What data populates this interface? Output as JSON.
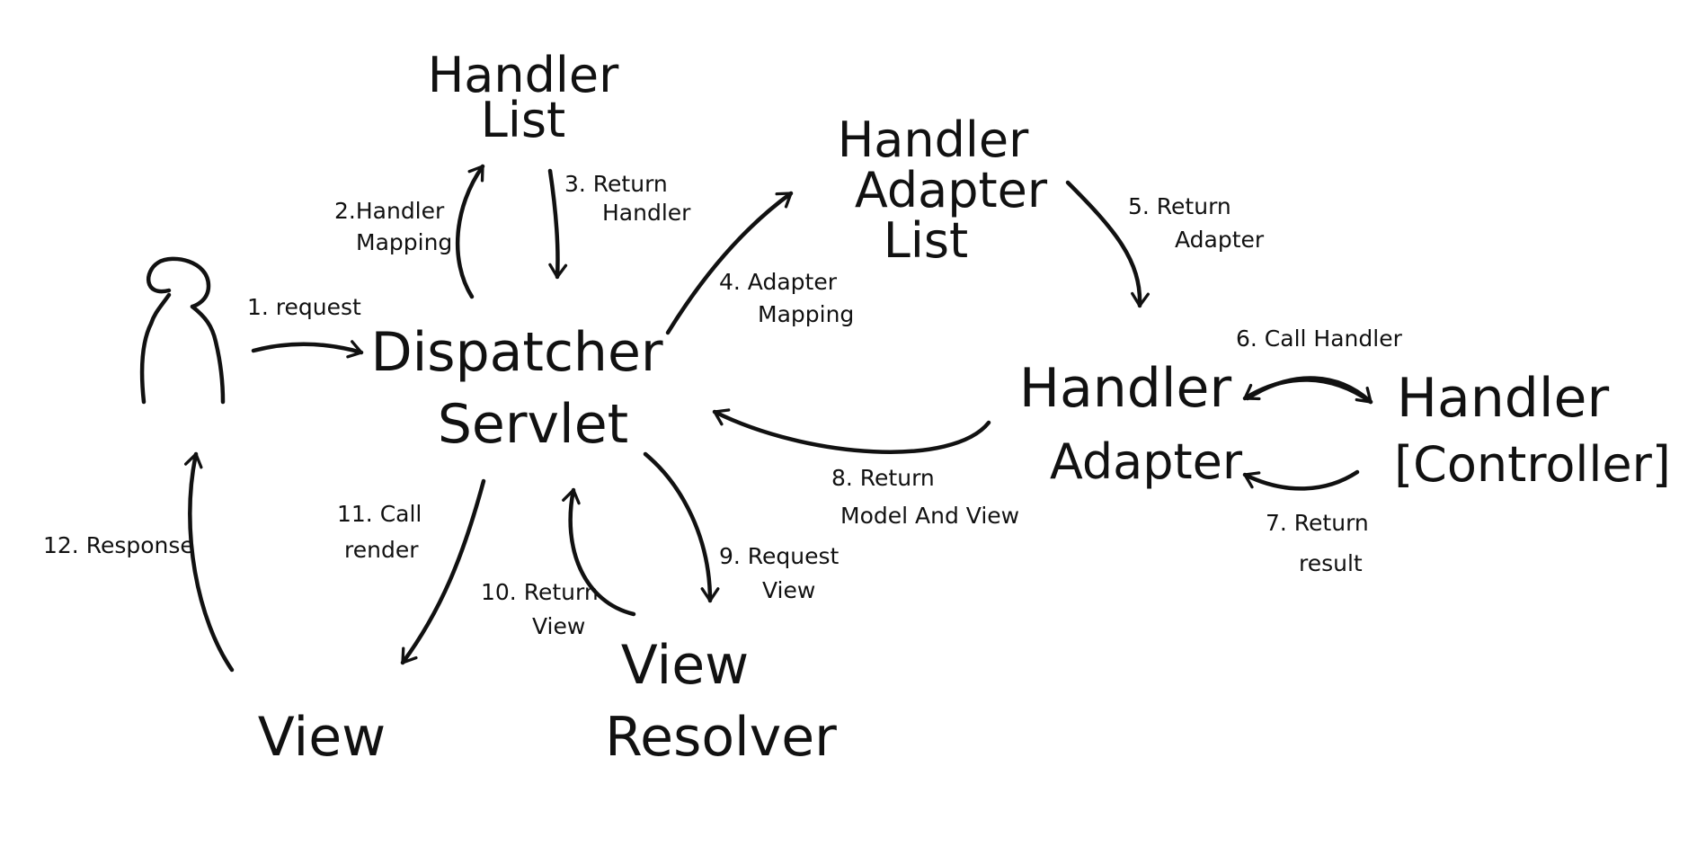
{
  "nodes": {
    "handler_list": [
      "Handler",
      "List"
    ],
    "handler_adapter_list": [
      "Handler",
      "Adapter",
      "List"
    ],
    "dispatcher_servlet": [
      "Dispatcher",
      "Servlet"
    ],
    "handler_adapter": [
      "Handler",
      "Adapter"
    ],
    "handler_controller": [
      "Handler",
      "[Controller]"
    ],
    "view": [
      "View"
    ],
    "view_resolver": [
      "View",
      "Resolver"
    ]
  },
  "edges": {
    "e1": [
      "1. request"
    ],
    "e2": [
      "2.Handler",
      "Mapping"
    ],
    "e3": [
      "3. Return",
      "Handler"
    ],
    "e4": [
      "4. Adapter",
      "Mapping"
    ],
    "e5": [
      "5. Return",
      "Adapter"
    ],
    "e6": [
      "6. Call Handler"
    ],
    "e7": [
      "7. Return",
      "result"
    ],
    "e8": [
      "8. Return",
      "Model And View"
    ],
    "e9": [
      "9. Request",
      "View"
    ],
    "e10": [
      "10. Return",
      "View"
    ],
    "e11": [
      "11. Call",
      "render"
    ],
    "e12": [
      "12. Response"
    ]
  }
}
